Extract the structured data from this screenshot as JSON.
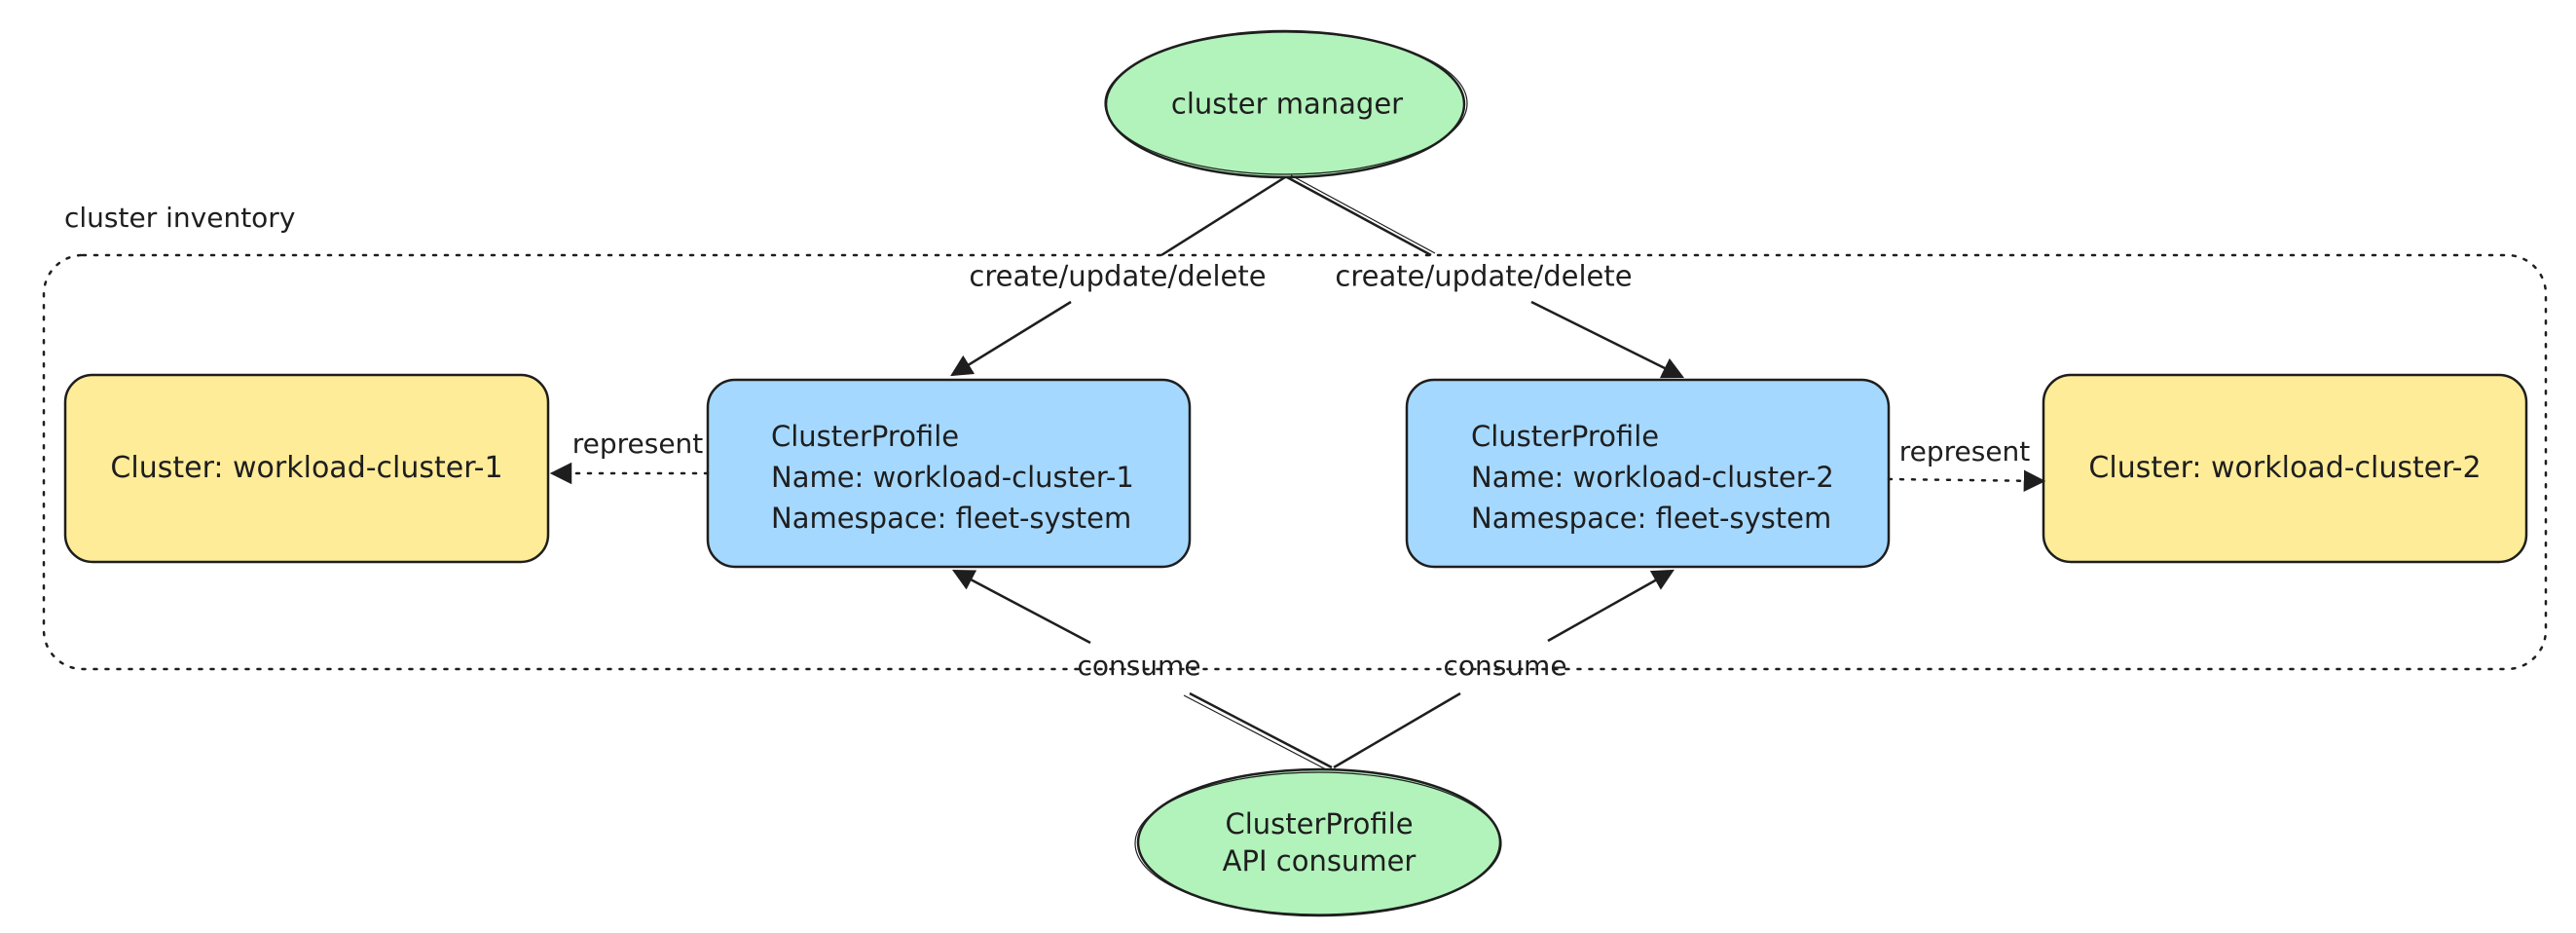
{
  "inventory": {
    "title": "cluster inventory"
  },
  "manager": {
    "label": "cluster manager"
  },
  "consumer": {
    "line1": "ClusterProfile",
    "line2": "API consumer"
  },
  "profile_left": {
    "line1": "ClusterProfile",
    "line2": "Name: workload-cluster-1",
    "line3": "Namespace: fleet-system"
  },
  "profile_right": {
    "line1": "ClusterProfile",
    "line2": "Name: workload-cluster-2",
    "line3": "Namespace: fleet-system"
  },
  "cluster_left": {
    "label": "Cluster: workload-cluster-1"
  },
  "cluster_right": {
    "label": "Cluster: workload-cluster-2"
  },
  "edges": {
    "create_left": "create/update/delete",
    "create_right": "create/update/delete",
    "represent_left": "represent",
    "represent_right": "represent",
    "consume_left": "consume",
    "consume_right": "consume"
  },
  "colors": {
    "ellipse_fill": "#b2f2bb",
    "profile_fill": "#a5d8ff",
    "cluster_fill": "#ffec99",
    "stroke": "#1e1e1e"
  }
}
